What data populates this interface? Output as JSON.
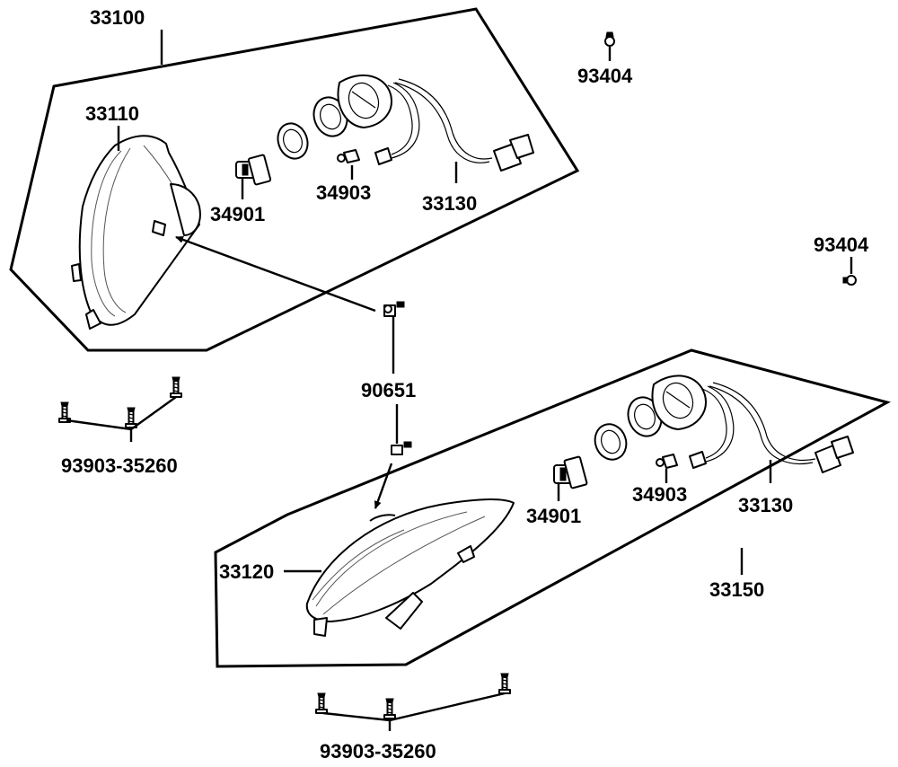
{
  "labels": {
    "upper_assembly": "33100",
    "upper_lens": "33110",
    "upper_bulb_main": "34901",
    "upper_bulb_small": "34903",
    "upper_harness": "33130",
    "bolt_right_top": "93404",
    "bolt_right_mid": "93404",
    "adjuster_screw": "90651",
    "screws_upper": "93903-35260",
    "lower_lens": "33120",
    "lower_bulb_main": "34901",
    "lower_bulb_small": "34903",
    "lower_harness": "33130",
    "lower_assembly": "33150",
    "screws_lower": "93903-35260"
  }
}
